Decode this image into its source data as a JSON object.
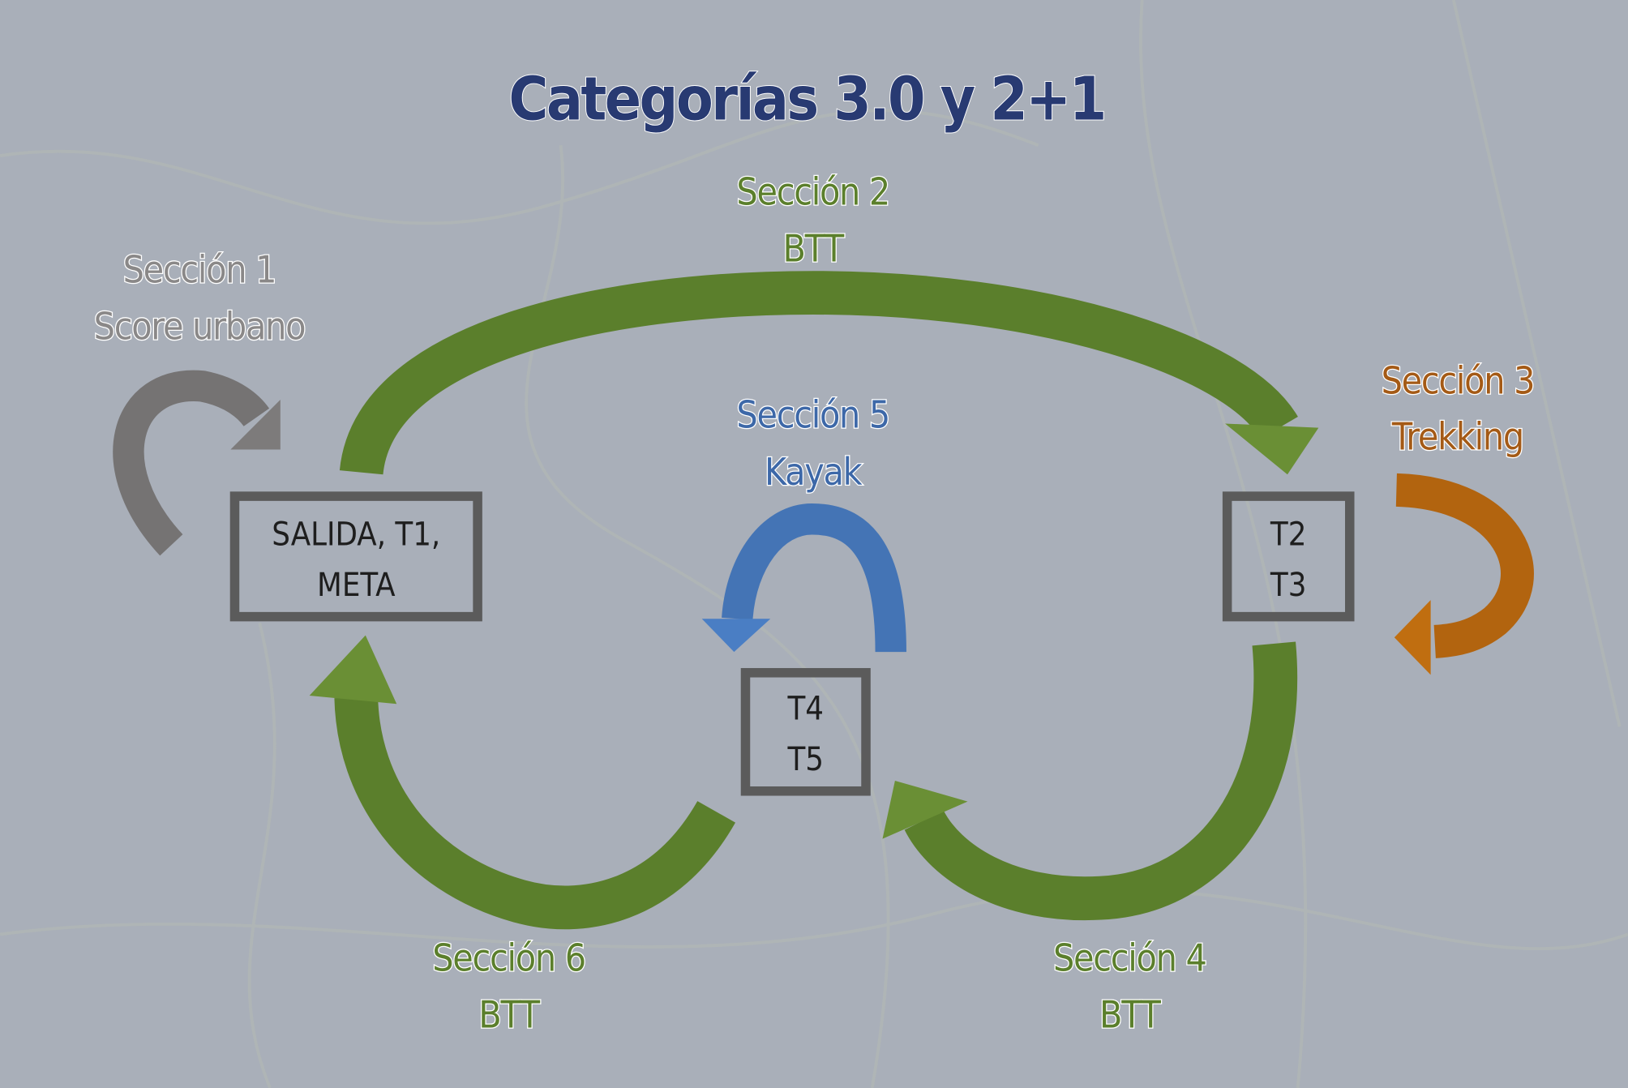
{
  "title": "Categorías 3.0 y 2+1",
  "colors": {
    "background": "#a9afb9",
    "title": "#283a72",
    "btt": "#5b7f2c",
    "score": "#8a8888",
    "trekking": "#a45a16",
    "kayak": "#3d68a8",
    "box": "#5b5b5b"
  },
  "sections": [
    {
      "name": "Sección 1",
      "activity": "Score urbano"
    },
    {
      "name": "Sección 2",
      "activity": "BTT"
    },
    {
      "name": "Sección 3",
      "activity": "Trekking"
    },
    {
      "name": "Sección 4",
      "activity": "BTT"
    },
    {
      "name": "Sección 5",
      "activity": "Kayak"
    },
    {
      "name": "Sección 6",
      "activity": "BTT"
    }
  ],
  "nodes": [
    {
      "line1": "SALIDA, T1,",
      "line2": "META"
    },
    {
      "line1": "T2",
      "line2": "T3"
    },
    {
      "line1": "T4",
      "line2": "T5"
    }
  ]
}
